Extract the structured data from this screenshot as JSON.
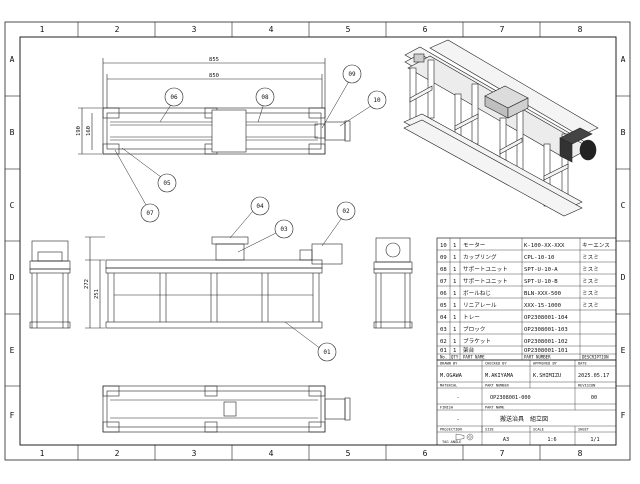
{
  "zones": {
    "columns": [
      "1",
      "2",
      "3",
      "4",
      "5",
      "6",
      "7",
      "8"
    ],
    "rows": [
      "A",
      "B",
      "C",
      "D",
      "E",
      "F"
    ]
  },
  "dimensions": {
    "overall_length": "855",
    "inner_length": "850",
    "depth_outer": "190",
    "depth_inner": "160",
    "height_overall": "272",
    "height_frame": "251"
  },
  "balloons": [
    "01",
    "02",
    "03",
    "04",
    "05",
    "06",
    "07",
    "08",
    "09",
    "10"
  ],
  "bom": [
    {
      "no": "10",
      "qty": "1",
      "name": "モーター",
      "part": "K-100-XX-XXX",
      "maker": "キーエンス"
    },
    {
      "no": "09",
      "qty": "1",
      "name": "カップリング",
      "part": "CPL-10-10",
      "maker": "ミスミ"
    },
    {
      "no": "08",
      "qty": "1",
      "name": "サポートユニット",
      "part": "SPT-U-10-A",
      "maker": "ミスミ"
    },
    {
      "no": "07",
      "qty": "1",
      "name": "サポートユニット",
      "part": "SPT-U-10-B",
      "maker": "ミスミ"
    },
    {
      "no": "06",
      "qty": "1",
      "name": "ボールねじ",
      "part": "BLN-XXX-500",
      "maker": "ミスミ"
    },
    {
      "no": "05",
      "qty": "1",
      "name": "リニアレール",
      "part": "XXX-15-1000",
      "maker": "ミスミ"
    },
    {
      "no": "04",
      "qty": "1",
      "name": "トレー",
      "part": "OP2308001-104",
      "maker": ""
    },
    {
      "no": "03",
      "qty": "1",
      "name": "ブロック",
      "part": "OP2308001-103",
      "maker": ""
    },
    {
      "no": "02",
      "qty": "1",
      "name": "ブラケット",
      "part": "OP2308001-102",
      "maker": ""
    },
    {
      "no": "01",
      "qty": "1",
      "name": "架台",
      "part": "OP2308001-101",
      "maker": ""
    }
  ],
  "bom_header": {
    "no": "No.",
    "qty": "QTY",
    "name": "PART NAME",
    "part": "PART NUMBER",
    "maker": "DESCRIPTION"
  },
  "title_block": {
    "drawn_by_label": "DRAWN BY",
    "checked_by_label": "CHECKED BY",
    "approved_by_label": "APPROVED BY",
    "date_label": "DATE",
    "drawn_by": "M.OGAWA",
    "checked_by": "M.AKIYAMA",
    "approved_by": "K.SHIMIZU",
    "date": "2025.05.17",
    "material_label": "MATERIAL",
    "part_number_label": "PART NUMBER",
    "revision_label": "REVISION",
    "material": "-",
    "part_number": "OP2308001-000",
    "revision": "00",
    "finish_label": "FINISH",
    "part_name_label": "PART NAME",
    "finish": "-",
    "part_name": "搬送治具　組立図",
    "projection_label": "PROJECTION",
    "size_label": "SIZE",
    "scale_label": "SCALE",
    "sheet_label": "SHEET",
    "size": "A3",
    "scale": "1:6",
    "sheet": "1/1",
    "footer": "TAG ANGLE"
  }
}
